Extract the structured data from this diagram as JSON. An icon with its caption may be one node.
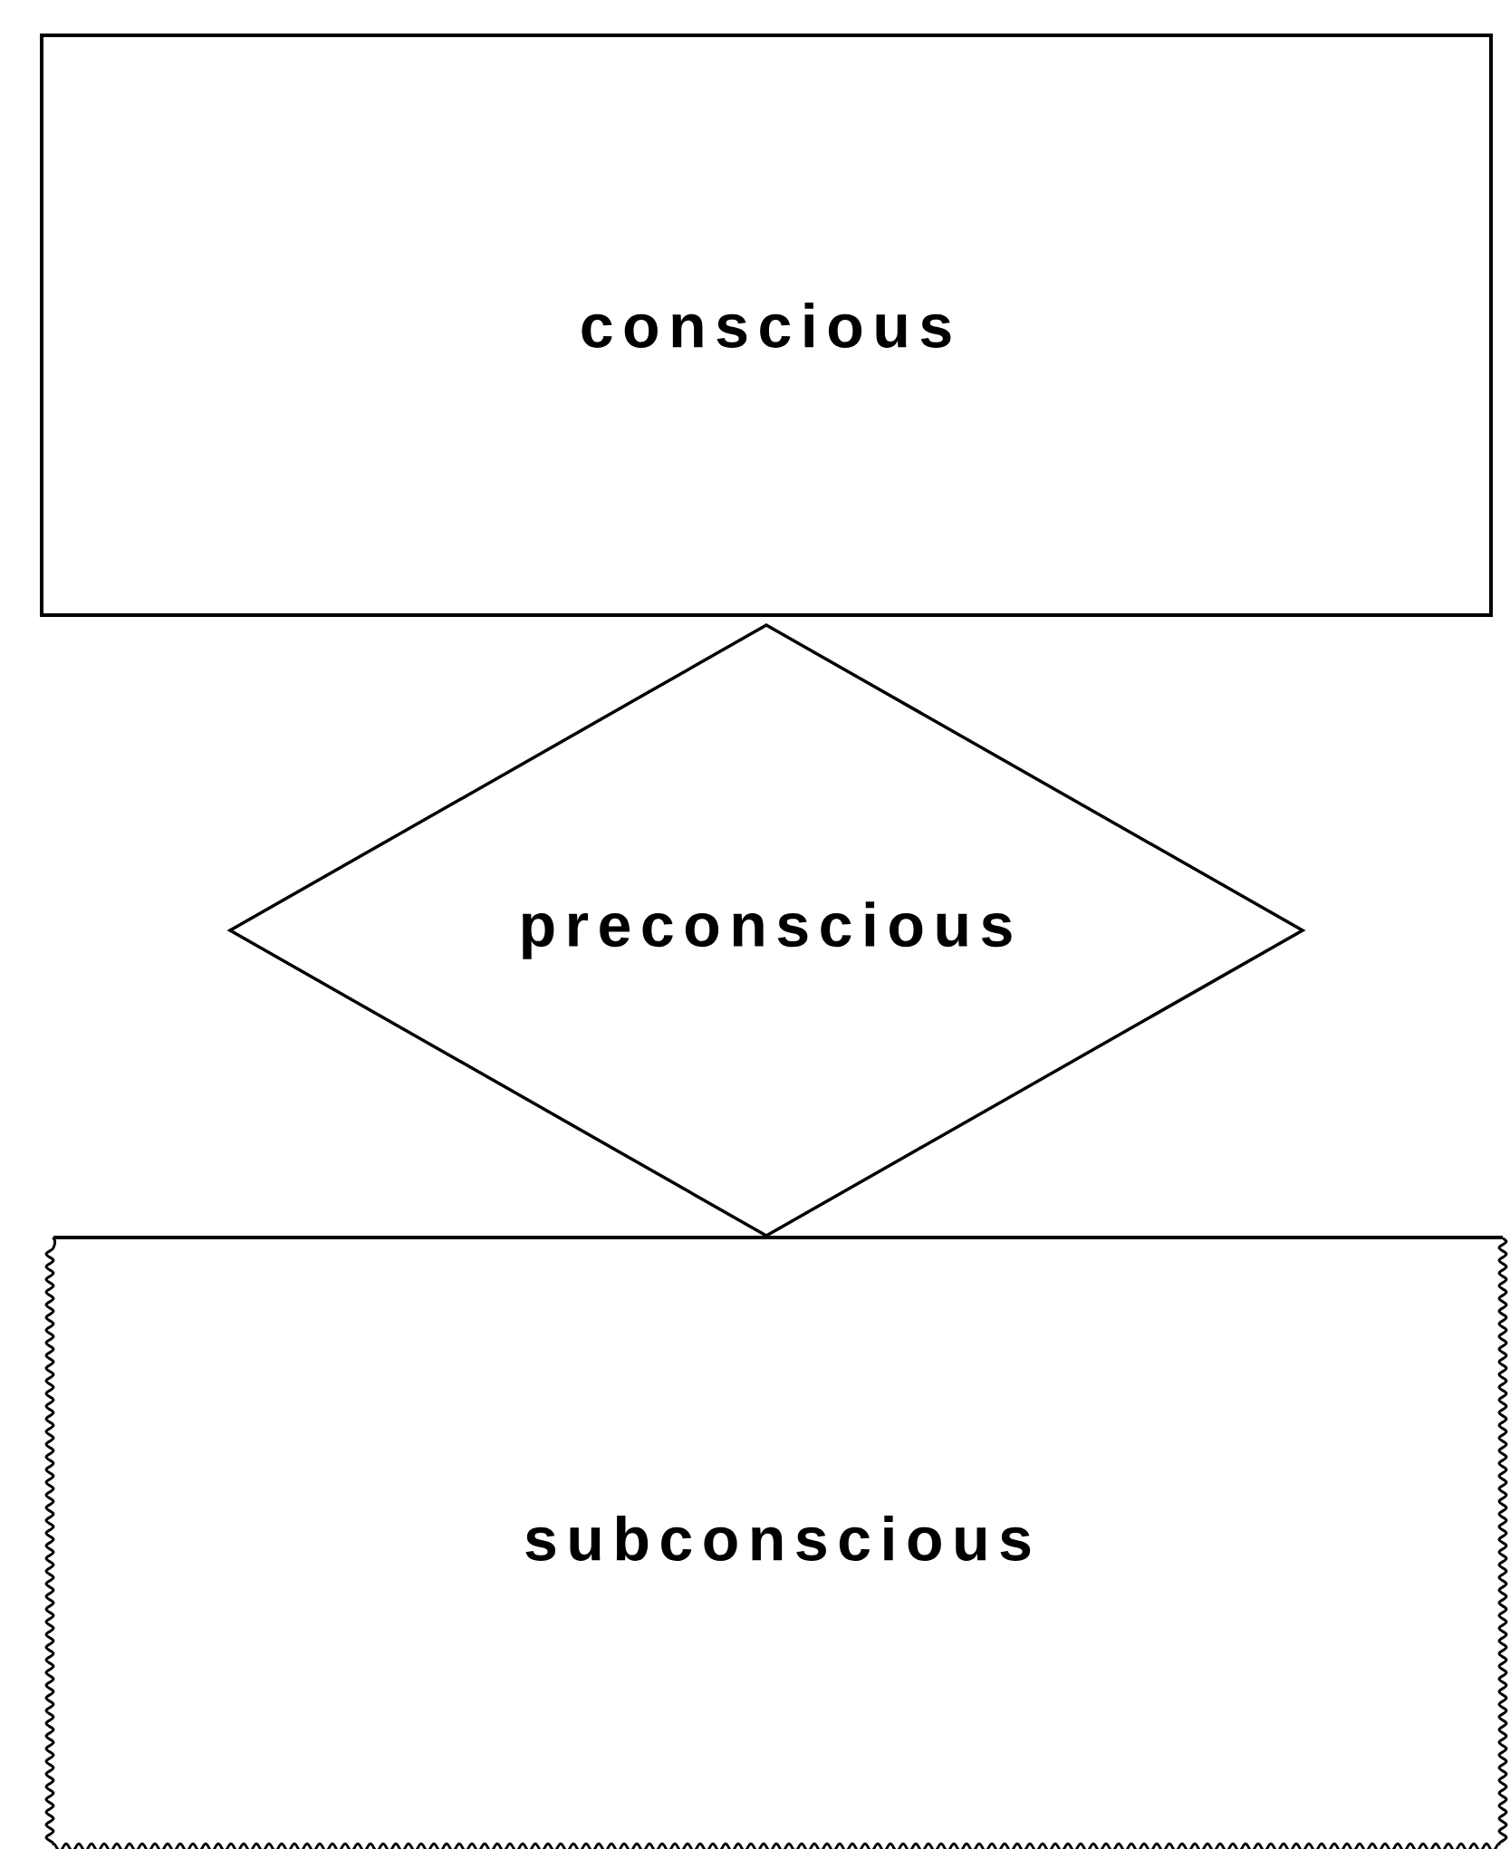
{
  "diagram": {
    "nodes": [
      {
        "text": [
          "conscious"
        ]
      },
      {
        "text": [
          "preconscious"
        ]
      },
      {
        "text": [
          "subconscious"
        ]
      }
    ]
  }
}
